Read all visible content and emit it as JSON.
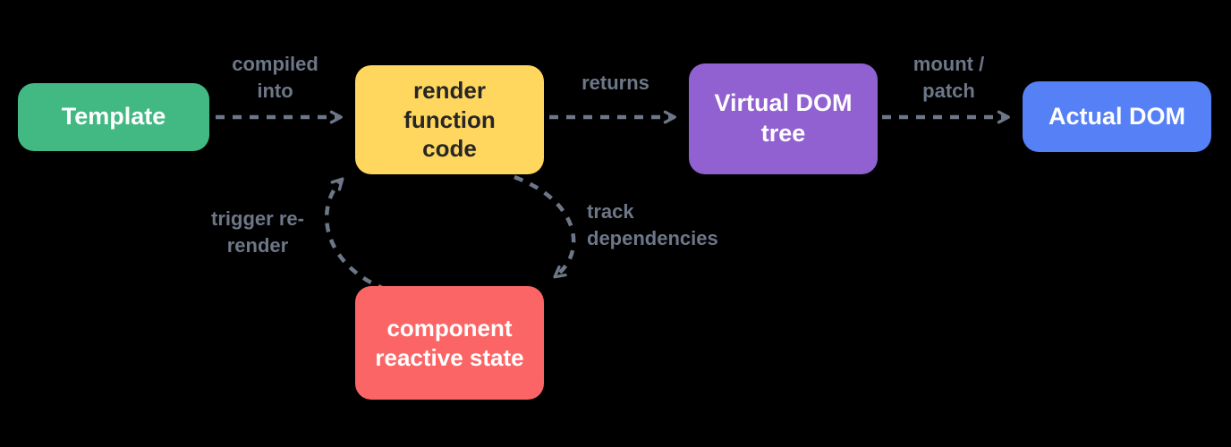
{
  "canvas": {
    "background": "#000000"
  },
  "palette": {
    "arrow": "#6d7787",
    "edge_label": "#6d7787"
  },
  "nodes": {
    "template": {
      "label": "Template",
      "bg": "#42b883",
      "fg": "#ffffff"
    },
    "render_function": {
      "label": "render function code",
      "bg": "#ffd65e",
      "fg": "#262626"
    },
    "virtual_dom": {
      "label": "Virtual DOM tree",
      "bg": "#9161d1",
      "fg": "#ffffff"
    },
    "actual_dom": {
      "label": "Actual DOM",
      "bg": "#5580f6",
      "fg": "#ffffff"
    },
    "reactive_state": {
      "label": "component reactive state",
      "bg": "#fb6565",
      "fg": "#ffffff"
    }
  },
  "edges": {
    "compiled_into": {
      "label": "compiled into"
    },
    "returns": {
      "label": "returns"
    },
    "mount_patch": {
      "label": "mount / patch"
    },
    "track_dependencies": {
      "label": "track dependencies"
    },
    "trigger_rerender": {
      "label": "trigger re-render"
    }
  }
}
